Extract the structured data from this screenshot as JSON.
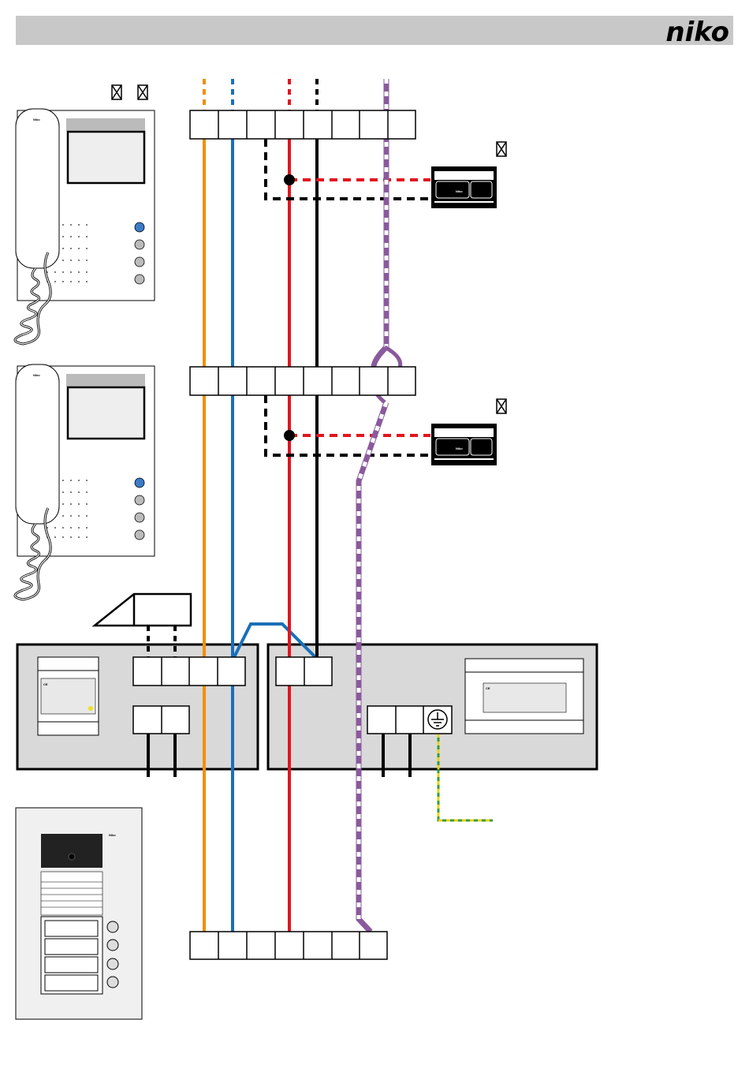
{
  "header": {
    "brand": "niko"
  },
  "devices": {
    "monitor_brand": "Niko",
    "junction_brand": "Niko",
    "door_panel_brand": "Niko",
    "ce_mark": "CE"
  },
  "symbols": {
    "not_included_mark": "⊠"
  },
  "colors": {
    "orange": "#f0900c",
    "blue": "#1a6fb8",
    "red": "#e3151f",
    "black": "#000000",
    "purple": "#8a5a9c",
    "earth_green": "#3c9a3c",
    "earth_yellow": "#e8d21a",
    "header_bar": "#c8c8c8",
    "box_fill": "#d9d9d9"
  }
}
